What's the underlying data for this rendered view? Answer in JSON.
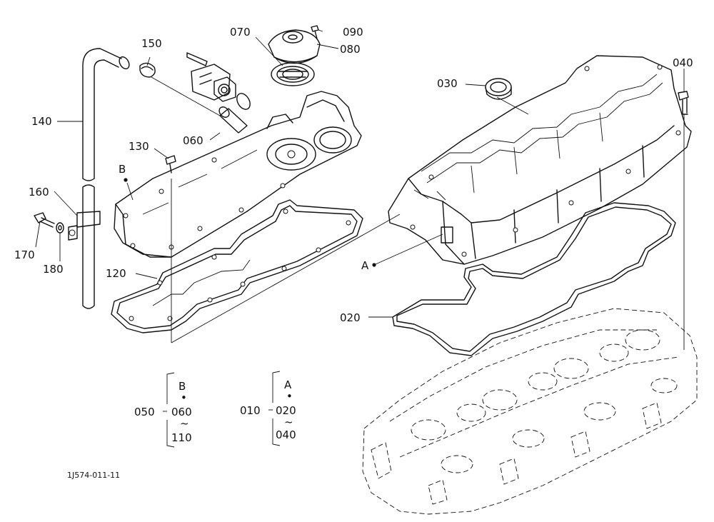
{
  "callouts": [
    {
      "id": "p010",
      "text": "010"
    },
    {
      "id": "p020",
      "text": "020"
    },
    {
      "id": "p030",
      "text": "030"
    },
    {
      "id": "p040",
      "text": "040"
    },
    {
      "id": "p050",
      "text": "050"
    },
    {
      "id": "p060",
      "text": "060"
    },
    {
      "id": "p070",
      "text": "070"
    },
    {
      "id": "p080",
      "text": "080"
    },
    {
      "id": "p090",
      "text": "090"
    },
    {
      "id": "p120",
      "text": "120"
    },
    {
      "id": "p130",
      "text": "130"
    },
    {
      "id": "p140",
      "text": "140"
    },
    {
      "id": "p150",
      "text": "150"
    },
    {
      "id": "p160",
      "text": "160"
    },
    {
      "id": "p170",
      "text": "170"
    },
    {
      "id": "p180",
      "text": "180"
    }
  ],
  "refs": {
    "a": "A",
    "b": "B"
  },
  "groups": {
    "g050": {
      "num": "050",
      "ref": "B",
      "dot": "•",
      "from": "060",
      "tilde": "~",
      "to": "110"
    },
    "g010": {
      "num": "010",
      "ref": "A",
      "dot": "•",
      "from": "020",
      "tilde": "~",
      "to": "040"
    }
  },
  "diagram_code": "1J574-011-11"
}
